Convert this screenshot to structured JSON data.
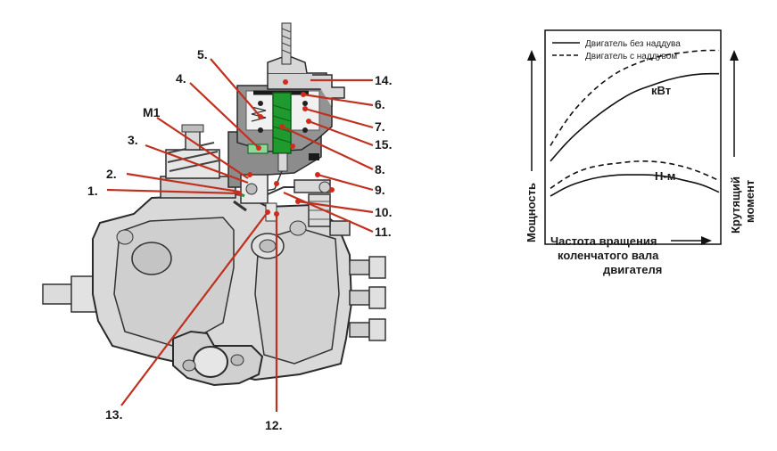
{
  "pump": {
    "callouts": {
      "c1": "1.",
      "c2": "2.",
      "c3": "3.",
      "c4": "4.",
      "c5": "5.",
      "cM1": "M1",
      "c6": "6.",
      "c7": "7.",
      "c8": "8.",
      "c9": "9.",
      "c10": "10.",
      "c11": "11.",
      "c12": "12.",
      "c13": "13.",
      "c14": "14.",
      "c15": "15."
    },
    "colors": {
      "leader": "#c0301f",
      "body": "#d8d8d8",
      "cutaway": "#8e8e8e",
      "plunger": "#1f9a2e"
    }
  },
  "graph": {
    "legend": {
      "solid": "Двигатель без наддува",
      "dashed": "Двигатель с наддувом"
    },
    "label_power_curve": "кВт",
    "label_torque_curve": "Н-м",
    "y_left_label": "Мощность",
    "y_right_label_line1": "Крутящий",
    "y_right_label_line2": "момент",
    "x_label_line1": "Частота вращения",
    "x_label_line2": "коленчатого вала",
    "x_label_line3": "двигателя",
    "chart_data": {
      "type": "line",
      "x": [
        0,
        0.1,
        0.2,
        0.3,
        0.4,
        0.5,
        0.6,
        0.7,
        0.8,
        0.9,
        1.0
      ],
      "series": [
        {
          "name": "Двигатель без наддува",
          "curve": "кВт",
          "values": [
            0.4,
            0.5,
            0.58,
            0.65,
            0.71,
            0.76,
            0.79,
            0.82,
            0.84,
            0.85,
            0.85
          ]
        },
        {
          "name": "Двигатель с наддувом",
          "curve": "кВт",
          "values": [
            0.48,
            0.62,
            0.72,
            0.8,
            0.86,
            0.9,
            0.93,
            0.95,
            0.96,
            0.97,
            0.97
          ]
        },
        {
          "name": "Двигатель без наддува",
          "curve": "Н-м",
          "values": [
            0.22,
            0.27,
            0.3,
            0.32,
            0.33,
            0.33,
            0.33,
            0.32,
            0.3,
            0.28,
            0.24
          ]
        },
        {
          "name": "Двигатель с наддувом",
          "curve": "Н-м",
          "values": [
            0.26,
            0.32,
            0.36,
            0.38,
            0.39,
            0.4,
            0.4,
            0.39,
            0.37,
            0.34,
            0.3
          ]
        }
      ]
    }
  }
}
